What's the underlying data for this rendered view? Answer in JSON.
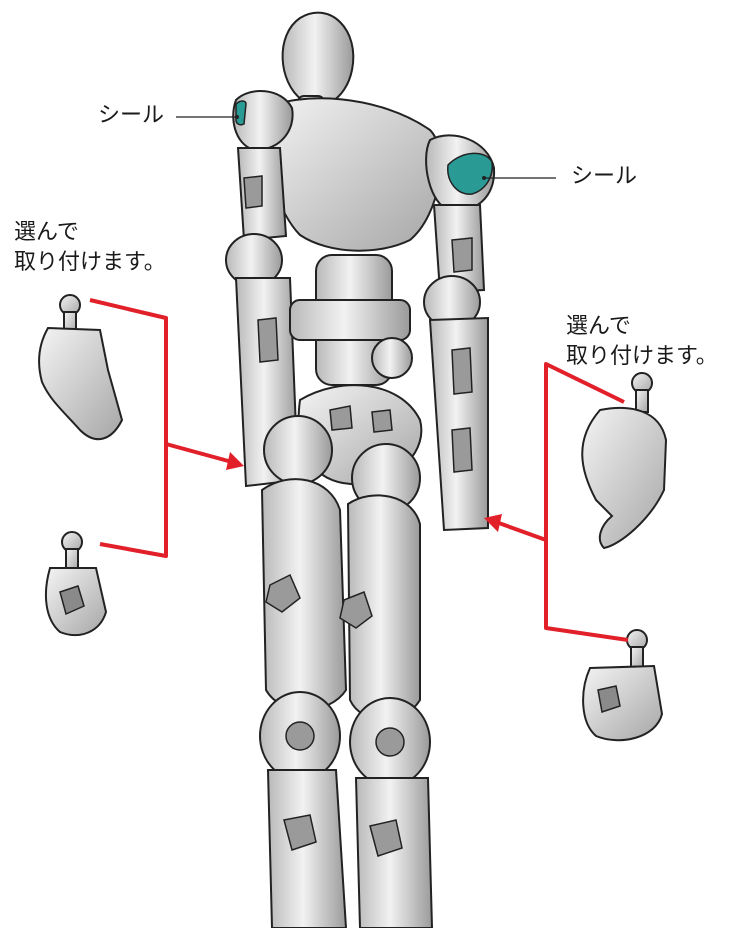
{
  "labels": {
    "sticker_left": "シール",
    "sticker_right": "シール",
    "choose_left_line1": "選んで",
    "choose_left_line2": "取り付けます。",
    "choose_right_line1": "選んで",
    "choose_right_line2": "取り付けます。"
  },
  "colors": {
    "accent_red": "#e2202a",
    "sticker_teal": "#2a9a95",
    "figure_light": "#ededed",
    "figure_mid": "#c8c8c8",
    "figure_dark": "#8a8a8a",
    "outline": "#222222"
  }
}
